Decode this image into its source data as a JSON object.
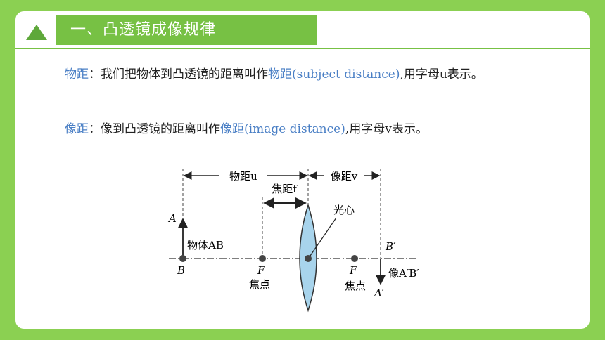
{
  "header": {
    "title": "一、凸透镜成像规律"
  },
  "p1": {
    "term1": "物距",
    "text1": "：我们把物体到凸透镜的距离叫作",
    "term2": "物距(subject distance)",
    "text2": ",用字母u表示。"
  },
  "p2": {
    "term1": "像距",
    "text1": "：像到凸透镜的距离叫作",
    "term2": "像距(image distance)",
    "text2": ",用字母v表示。"
  },
  "diagram": {
    "label_object_distance": "物距u",
    "label_image_distance": "像距v",
    "label_focal_length": "焦距f",
    "label_optical_center": "光心",
    "label_A": "A",
    "label_object": "物体AB",
    "label_B": "B",
    "label_F1": "F",
    "label_focus1": "焦点",
    "label_F2": "F",
    "label_focus2": "焦点",
    "label_Bprime": "B′",
    "label_Aprime": "A′",
    "label_image": "像A′B′"
  },
  "colors": {
    "background": "#8bd052",
    "accent": "#77c144",
    "term": "#4a7fc5",
    "lens": "#a8d4ec"
  }
}
